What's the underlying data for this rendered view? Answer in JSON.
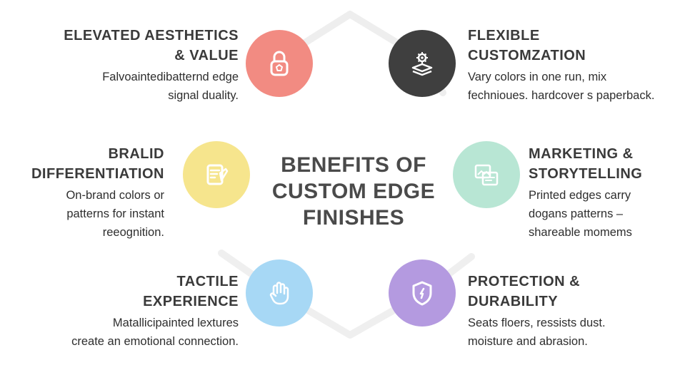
{
  "title_lines": [
    "BENEFITS OF",
    "CUSTOM EDGE",
    "FINISHES"
  ],
  "benefits": [
    {
      "heading_lines": [
        "ELEVATED AESTHETICS",
        "& VALUE"
      ],
      "desc_lines": [
        "Falvoaintedibatternd edge",
        "signal duality."
      ],
      "icon": "lock-icon",
      "color": "#f28b82"
    },
    {
      "heading_lines": [
        "FLEXIBLE",
        "CUSTOMZATION"
      ],
      "desc_lines": [
        "Vary colors in one run, mix",
        "fechnioues. hardcover s paperback."
      ],
      "icon": "layers-gear-icon",
      "color": "#3f3f3f"
    },
    {
      "heading_lines": [
        "BRALID",
        "DIFFERENTIATION"
      ],
      "desc_lines": [
        "On-brand colors or",
        "patterns for instant",
        "reeognition."
      ],
      "icon": "swatch-icon",
      "color": "#f6e58d"
    },
    {
      "heading_lines": [
        "MARKETING &",
        "STORYTELLING"
      ],
      "desc_lines": [
        "Printed edges carry",
        "dogans patterns –",
        "shareable momems"
      ],
      "icon": "cards-icon",
      "color": "#b8e6d4"
    },
    {
      "heading_lines": [
        "TACTILE",
        "EXPERIENCE"
      ],
      "desc_lines": [
        "Matallicipainted lextures",
        "create an emotional connection."
      ],
      "icon": "hand-icon",
      "color": "#a7d8f5"
    },
    {
      "heading_lines": [
        "PROTECTION &",
        "DURABILITY"
      ],
      "desc_lines": [
        "Seats floers, ressists dust.",
        "moisture and abrasion."
      ],
      "icon": "shield-icon",
      "color": "#b49ae0"
    }
  ]
}
